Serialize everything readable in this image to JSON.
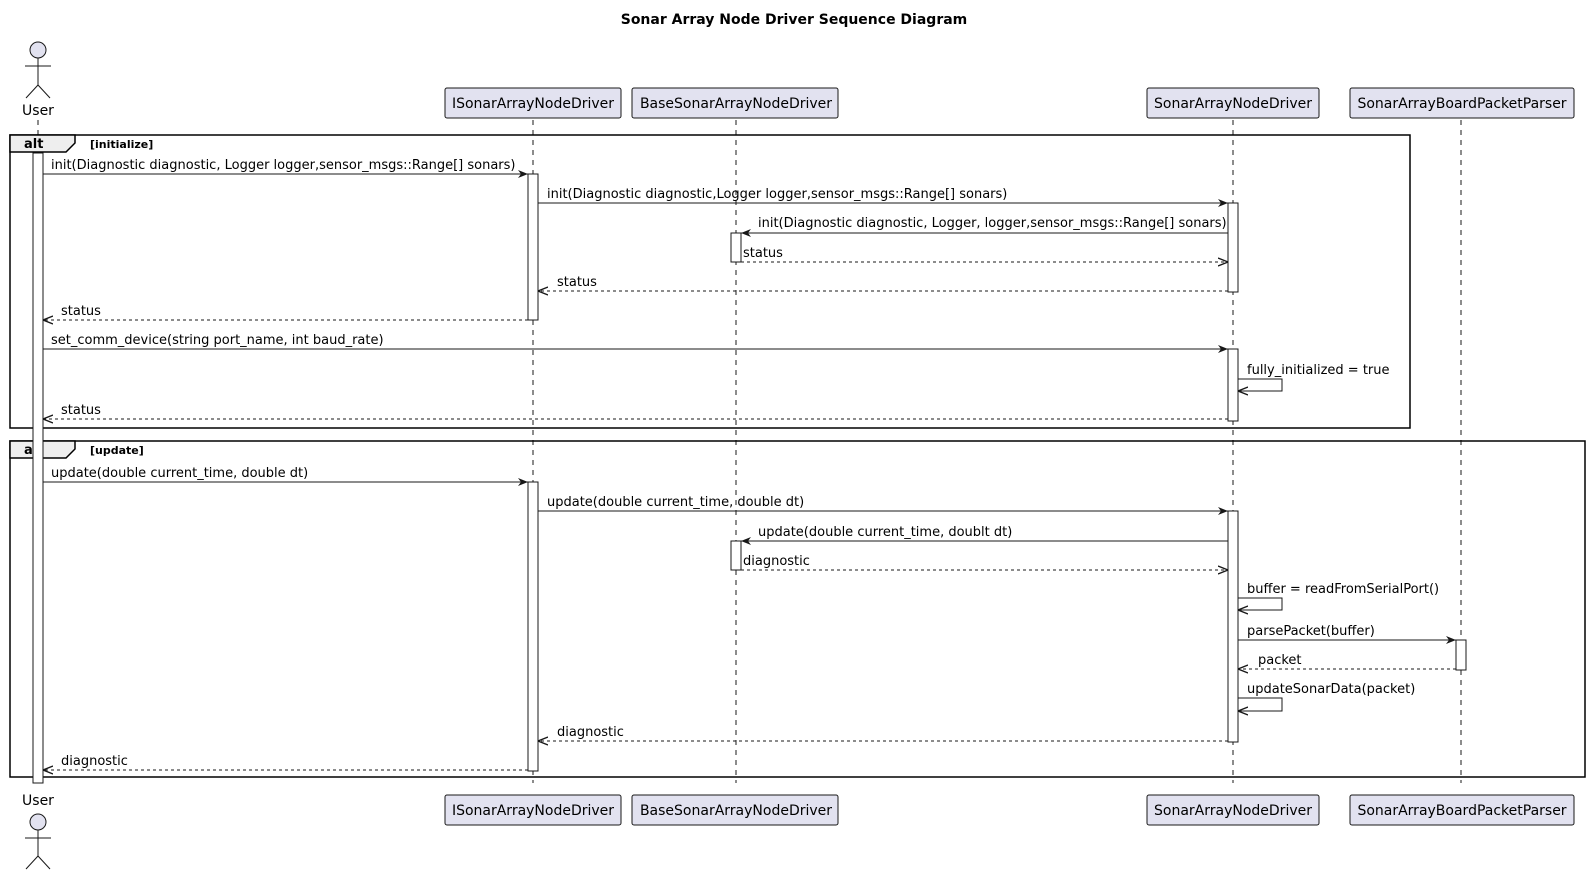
{
  "title": "Sonar Array Node Driver Sequence Diagram",
  "participants": {
    "user": "User",
    "isonar": "ISonarArrayNodeDriver",
    "base": "BaseSonarArrayNodeDriver",
    "sonar": "SonarArrayNodeDriver",
    "parser": "SonarArrayBoardPacketParser"
  },
  "fragments": [
    {
      "operator": "alt",
      "condition": "[initialize]"
    },
    {
      "operator": "alt",
      "condition": "[update]"
    }
  ],
  "messages": [
    {
      "text": "init(Diagnostic diagnostic, Logger logger,sensor_msgs::Range[] sonars)"
    },
    {
      "text": "init(Diagnostic diagnostic,Logger logger,sensor_msgs::Range[] sonars)"
    },
    {
      "text": "init(Diagnostic diagnostic, Logger, logger,sensor_msgs::Range[] sonars)"
    },
    {
      "text": "status"
    },
    {
      "text": "status"
    },
    {
      "text": "status"
    },
    {
      "text": "set_comm_device(string port_name, int baud_rate)"
    },
    {
      "text": "fully_initialized = true"
    },
    {
      "text": "status"
    },
    {
      "text": "update(double current_time, double dt)"
    },
    {
      "text": "update(double current_time, double dt)"
    },
    {
      "text": "update(double current_time, doublt dt)"
    },
    {
      "text": "diagnostic"
    },
    {
      "text": "buffer = readFromSerialPort()"
    },
    {
      "text": "parsePacket(buffer)"
    },
    {
      "text": "packet"
    },
    {
      "text": "updateSonarData(packet)"
    },
    {
      "text": "diagnostic"
    },
    {
      "text": "diagnostic"
    }
  ],
  "colors": {
    "participant_fill": "#e2e2f0",
    "participant_border": "#181818",
    "line": "#181818"
  }
}
